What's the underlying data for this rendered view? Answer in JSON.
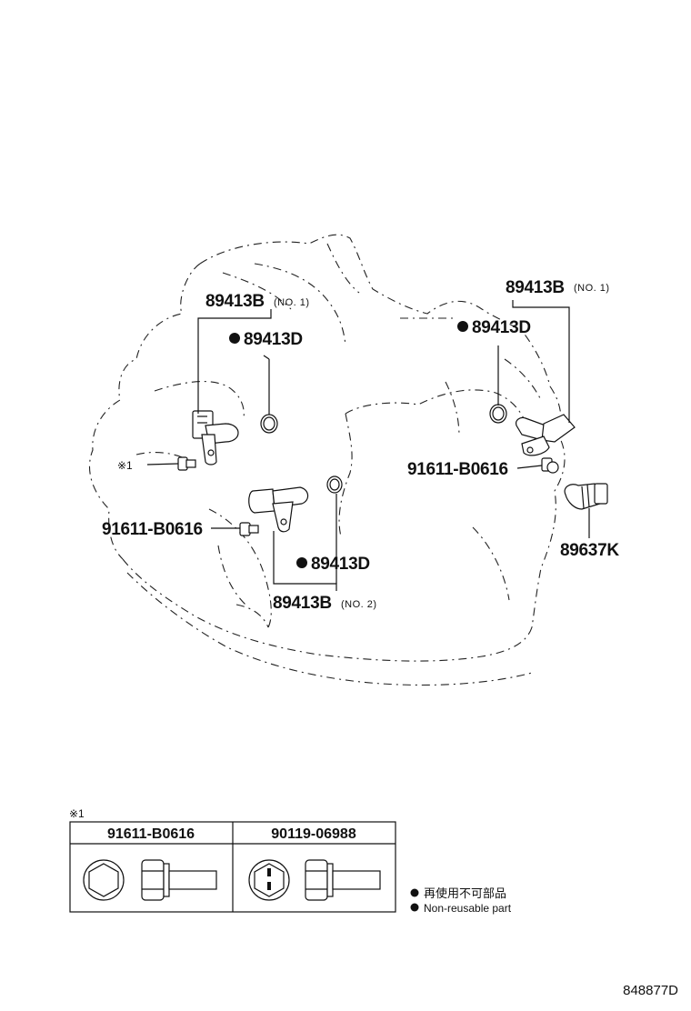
{
  "callouts": {
    "sensor_no1_left": {
      "part": "89413B",
      "note": "(NO. 1)"
    },
    "oring_left": {
      "part": "89413D"
    },
    "sensor_no1_right": {
      "part": "89413B",
      "note": "(NO. 1)"
    },
    "oring_right": {
      "part": "89413D"
    },
    "sensor_no2": {
      "part": "89413B",
      "note": "(NO. 2)"
    },
    "oring_no2": {
      "part": "89413D"
    },
    "bolt_mid": {
      "part": "91611-B0616"
    },
    "bolt_right": {
      "part": "91611-B0616"
    },
    "speed_sensor": {
      "part": "89637K"
    },
    "bolt_ref": {
      "mark": "※1"
    }
  },
  "bolt_table": {
    "mark": "※1",
    "columns": [
      "91611-B0616",
      "90119-06988"
    ]
  },
  "legend": {
    "items": [
      "再使用不可部品",
      "Non-reusable part"
    ]
  },
  "diagram_code": "848877D"
}
